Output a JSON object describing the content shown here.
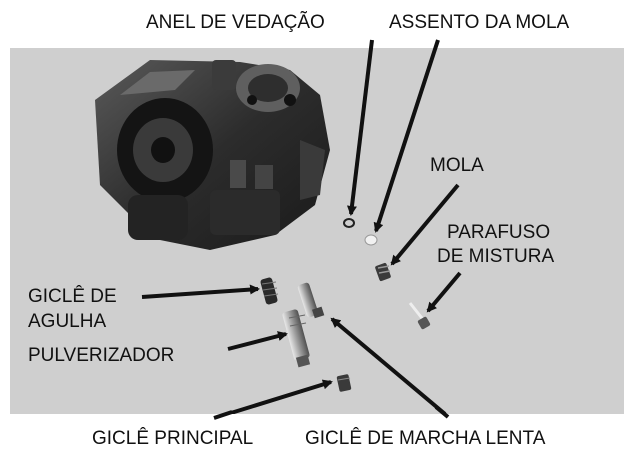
{
  "figure": {
    "labels": {
      "anel_de_vedacao": "ANEL DE VEDAÇÃO",
      "assento_da_mola": "ASSENTO DA MOLA",
      "mola": "MOLA",
      "parafuso_line1": "PARAFUSO",
      "parafuso_line2": "DE MISTURA",
      "giclê_agulha_line1": "GICLÊ DE",
      "giclê_agulha_line2": "AGULHA",
      "pulverizador": "PULVERIZADOR",
      "giclê_principal": "GICLÊ PRINCIPAL",
      "giclê_marcha_lenta": "GICLÊ DE MARCHA LENTA"
    },
    "colors": {
      "photo_background": "#cfcfcf",
      "page_background": "#ffffff",
      "text": "#111111",
      "arrow": "#111111",
      "part_dark": "#2a2a2a"
    }
  }
}
